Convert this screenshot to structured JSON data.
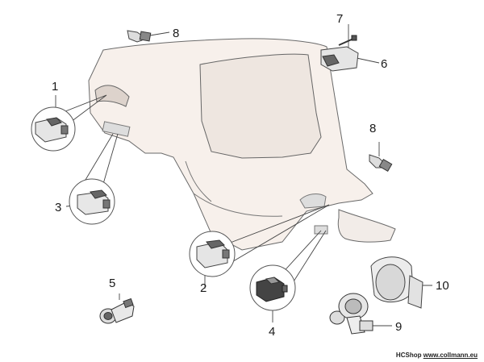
{
  "parts": [
    {
      "id": "part-1",
      "number": "1"
    },
    {
      "id": "part-2",
      "number": "2"
    },
    {
      "id": "part-3",
      "number": "3"
    },
    {
      "id": "part-4",
      "number": "4"
    },
    {
      "id": "part-5",
      "number": "5"
    },
    {
      "id": "part-6",
      "number": "6"
    },
    {
      "id": "part-7",
      "number": "7"
    },
    {
      "id": "part-8-top",
      "number": "8"
    },
    {
      "id": "part-8-right",
      "number": "8"
    },
    {
      "id": "part-9",
      "number": "9"
    },
    {
      "id": "part-10",
      "number": "10"
    }
  ],
  "footer": {
    "prefix": "HCShop",
    "site": "www.collmann.eu"
  },
  "colors": {
    "panel_fill": "#f6efea",
    "outline": "#4a4a4a",
    "part_fill": "#e9e9e9",
    "part_dark": "#555555"
  }
}
